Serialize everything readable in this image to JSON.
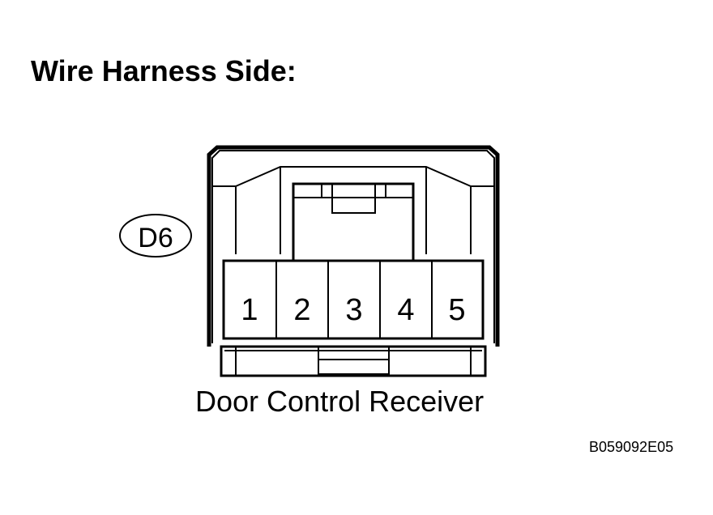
{
  "title": "Wire Harness Side:",
  "connector": {
    "code": "D6",
    "pins": [
      "1",
      "2",
      "3",
      "4",
      "5"
    ]
  },
  "caption": "Door Control Receiver",
  "figure_code": "B059092E05",
  "colors": {
    "line": "#000000",
    "background": "#ffffff"
  }
}
